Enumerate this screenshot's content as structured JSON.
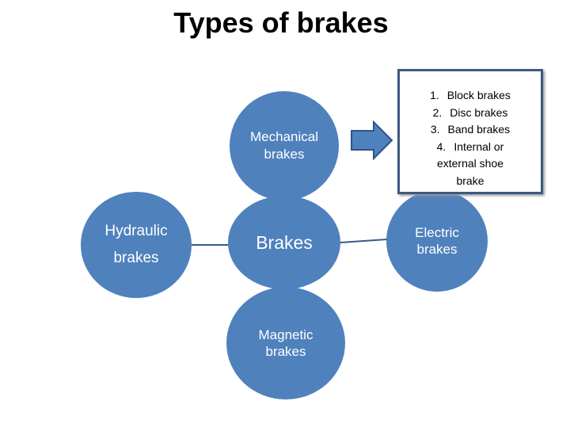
{
  "title": "Types of brakes",
  "colors": {
    "node_fill": "#4f81bd",
    "connector": "#3a5a86",
    "arrow_fill": "#4f81bd",
    "arrow_stroke": "#2f528f",
    "box_border": "#3d5a80"
  },
  "nodes": {
    "center": "Brakes",
    "mechanical": [
      "Mechanical",
      "brakes"
    ],
    "hydraulic": [
      "Hydraulic",
      "brakes"
    ],
    "magnetic": [
      "Magnetic",
      "brakes"
    ],
    "electric": [
      "Electric",
      "brakes"
    ]
  },
  "mechanical_types": [
    {
      "num": "1.",
      "text": "Block brakes"
    },
    {
      "num": "2.",
      "text": "Disc brakes"
    },
    {
      "num": "3.",
      "text": "Band brakes"
    },
    {
      "num": "4.",
      "text": "Internal or"
    },
    {
      "num": "",
      "text": "external shoe"
    },
    {
      "num": "",
      "text": "brake"
    }
  ]
}
